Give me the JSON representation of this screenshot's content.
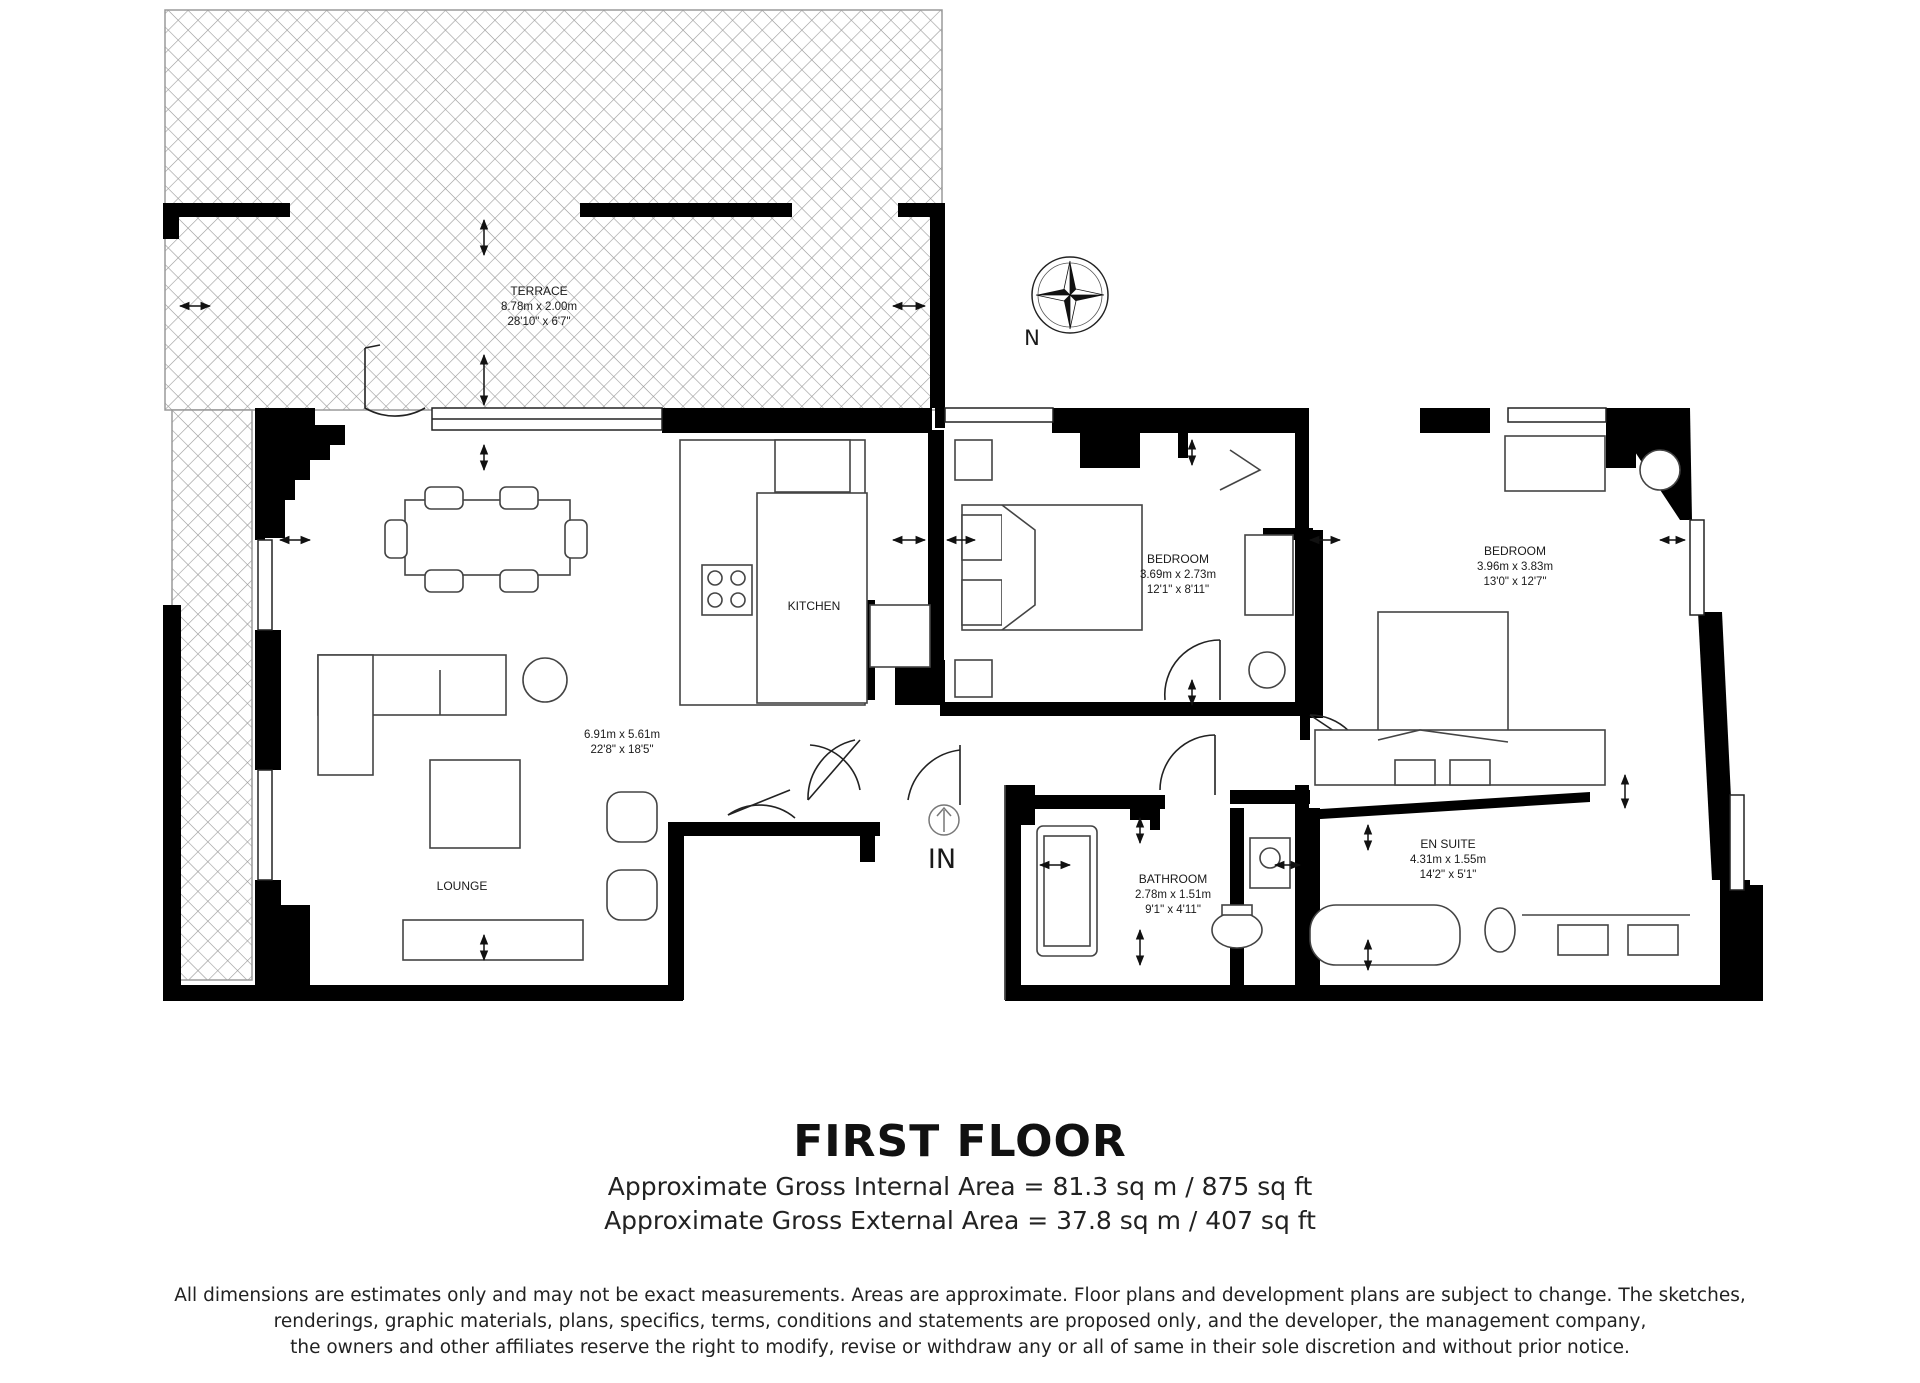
{
  "rooms": {
    "terrace": {
      "name": "TERRACE",
      "metric": "8.78m x 2.00m",
      "imperial": "28'10\" x 6'7\""
    },
    "lounge": {
      "name": "LOUNGE",
      "metric": "6.91m x 5.61m",
      "imperial": "22'8\" x 18'5\""
    },
    "kitchen": {
      "name": "KITCHEN"
    },
    "bedroom_1": {
      "name": "BEDROOM",
      "metric": "3.69m x 2.73m",
      "imperial": "12'1\" x 8'11\""
    },
    "bedroom_2": {
      "name": "BEDROOM",
      "metric": "3.96m x 3.83m",
      "imperial": "13'0\" x 12'7\""
    },
    "bathroom": {
      "name": "BATHROOM",
      "metric": "2.78m x 1.51m",
      "imperial": "9'1\" x 4'11\""
    },
    "en_suite": {
      "name": "EN SUITE",
      "metric": "4.31m x 1.55m",
      "imperial": "14'2\" x 5'1\""
    }
  },
  "entrance_label": "IN",
  "compass_label": "N",
  "colors": {
    "wall": "#000000",
    "fixture_line": "#444444",
    "terrace_hatch": "#9a9a9a"
  },
  "icons": [
    "compass-rose-icon",
    "entrance-arrow-icon",
    "dimension-arrow-icon",
    "door-swing-icon"
  ],
  "floor_title": "FIRST FLOOR",
  "areas": {
    "internal": "Approximate Gross Internal Area = 81.3 sq m / 875 sq ft",
    "external": "Approximate Gross External Area = 37.8 sq m / 407 sq ft"
  },
  "disclaimer": {
    "line1": "All dimensions are estimates only and may not be exact measurements. Areas are approximate. Floor plans and development plans are subject to change. The sketches,",
    "line2": "renderings, graphic materials, plans, specifics, terms, conditions and statements are proposed only, and the developer, the management company,",
    "line3": "the owners and other affiliates reserve the right to modify, revise or withdraw any or all of same in their sole discretion and without prior notice."
  }
}
